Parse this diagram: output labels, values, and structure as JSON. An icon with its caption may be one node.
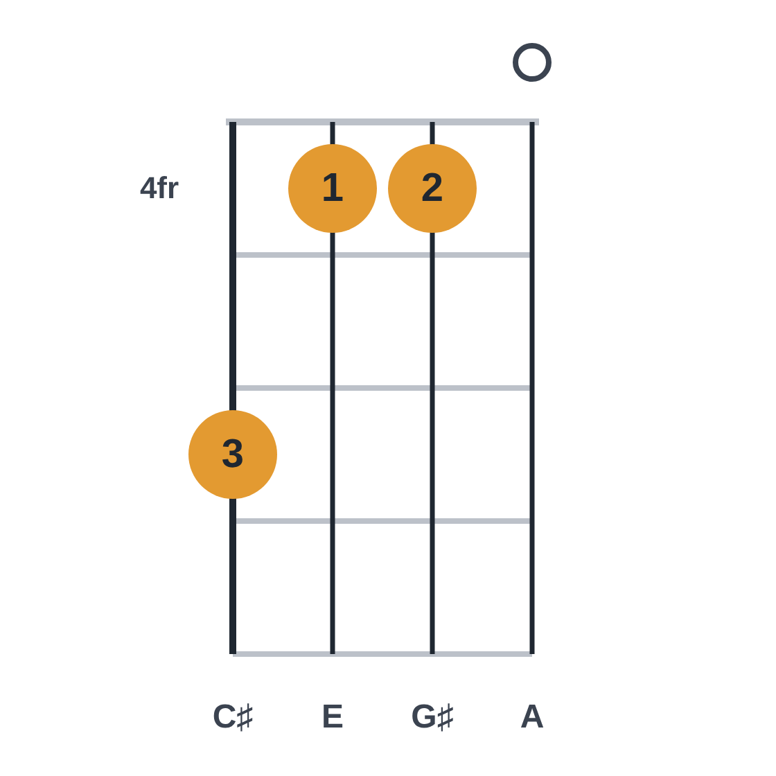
{
  "diagram": {
    "nodes": [
      {
        "text": [],
        "shape": "circle"
      },
      {
        "text": [
          "1"
        ]
      },
      {
        "text": [
          "2"
        ]
      },
      {
        "text": [
          "3"
        ]
      }
    ],
    "labels": [
      "4fr",
      "C♯",
      "E",
      "G♯",
      "A"
    ]
  }
}
